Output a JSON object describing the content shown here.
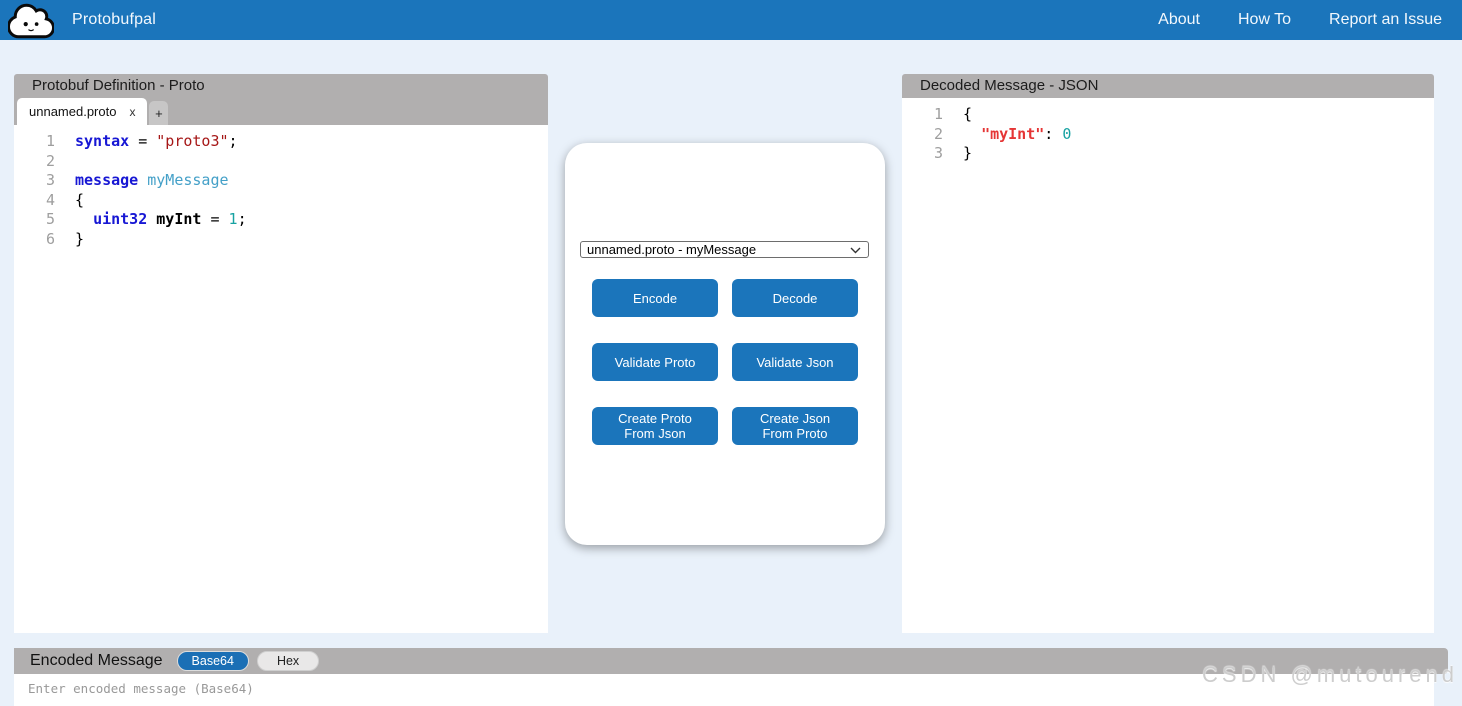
{
  "navbar": {
    "brand": "Protobufpal",
    "links": [
      "About",
      "How To",
      "Report an Issue"
    ]
  },
  "left_panel": {
    "title": "Protobuf Definition - Proto",
    "tab_name": "unnamed.proto",
    "tab_close": "x",
    "add_tab": "+"
  },
  "right_panel": {
    "title": "Decoded Message - JSON"
  },
  "center": {
    "select_value": "unnamed.proto - myMessage",
    "buttons": [
      "Encode",
      "Decode",
      "Validate Proto",
      "Validate Json",
      "Create Proto\nFrom Json",
      "Create Json\nFrom Proto"
    ]
  },
  "bottom": {
    "title": "Encoded Message",
    "base64_label": "Base64",
    "hex_label": "Hex",
    "placeholder": "Enter encoded message (Base64)"
  },
  "watermark": "CSDN @mutourend",
  "icons": {
    "logo": "cloud-face-icon",
    "select_caret": "chevron-down-icon"
  },
  "colors": {
    "blue": "#1b75bb",
    "header-gray": "#b1afaf",
    "plus-gray": "#c7c6c6",
    "page-bg": "#e9f1fa",
    "hex-pill": "#e9e8e8",
    "kw": "#1717d4",
    "typ": "#44a0c8",
    "str": "#a61717",
    "num": "#17a2a2",
    "jkey": "#e53535",
    "ln": "#9e9e9e"
  },
  "editors": {
    "proto": {
      "lines": [
        {
          "n": "1",
          "s": [
            [
              "syntax",
              "kw"
            ],
            [
              " = ",
              "pl"
            ],
            [
              "\"proto3\"",
              "str"
            ],
            [
              ";",
              "pl"
            ]
          ]
        },
        {
          "n": "2",
          "s": []
        },
        {
          "n": "3",
          "s": [
            [
              "message",
              "kw"
            ],
            [
              " ",
              "pl"
            ],
            [
              "myMessage",
              "typ"
            ]
          ]
        },
        {
          "n": "4",
          "s": [
            [
              "{",
              "pl"
            ]
          ]
        },
        {
          "n": "5",
          "s": [
            [
              "  ",
              "pl"
            ],
            [
              "uint32",
              "kw"
            ],
            [
              " ",
              "pl"
            ],
            [
              "myInt",
              "prop"
            ],
            [
              " = ",
              "pl"
            ],
            [
              "1",
              "num"
            ],
            [
              ";",
              "pl"
            ]
          ]
        },
        {
          "n": "6",
          "s": [
            [
              "}",
              "pl"
            ]
          ]
        }
      ]
    },
    "json": {
      "lines": [
        {
          "n": "1",
          "s": [
            [
              "{",
              "pl"
            ]
          ]
        },
        {
          "n": "2",
          "s": [
            [
              "  ",
              "pl"
            ],
            [
              "\"myInt\"",
              "jkey"
            ],
            [
              ": ",
              "pl"
            ],
            [
              "0",
              "num"
            ]
          ]
        },
        {
          "n": "3",
          "s": [
            [
              "}",
              "pl"
            ]
          ]
        }
      ]
    }
  }
}
